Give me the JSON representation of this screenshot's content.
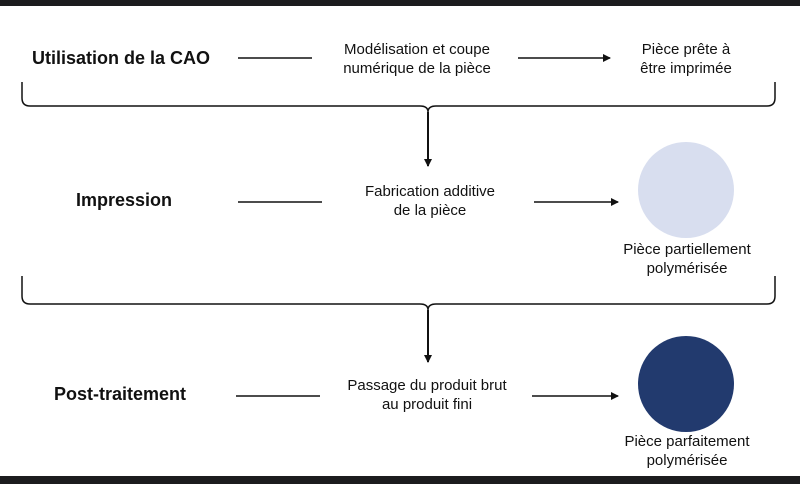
{
  "stages": [
    {
      "label": "Utilisation de la CAO",
      "process": "Modélisation et coupe\nnumérique de la pièce",
      "result": "Pièce prête à\nêtre imprimée"
    },
    {
      "label": "Impression",
      "process": "Fabrication additive\nde la pièce",
      "result": "Pièce partiellement\npolymérisée",
      "circle_color": "#d8deef"
    },
    {
      "label": "Post-traitement",
      "process": "Passage du produit brut\nau produit fini",
      "result": "Pièce parfaitement\npolymérisée",
      "circle_color": "#223a6e"
    }
  ],
  "colors": {
    "line": "#111111",
    "background": "#ffffff",
    "frame": "#1c1c1e"
  }
}
